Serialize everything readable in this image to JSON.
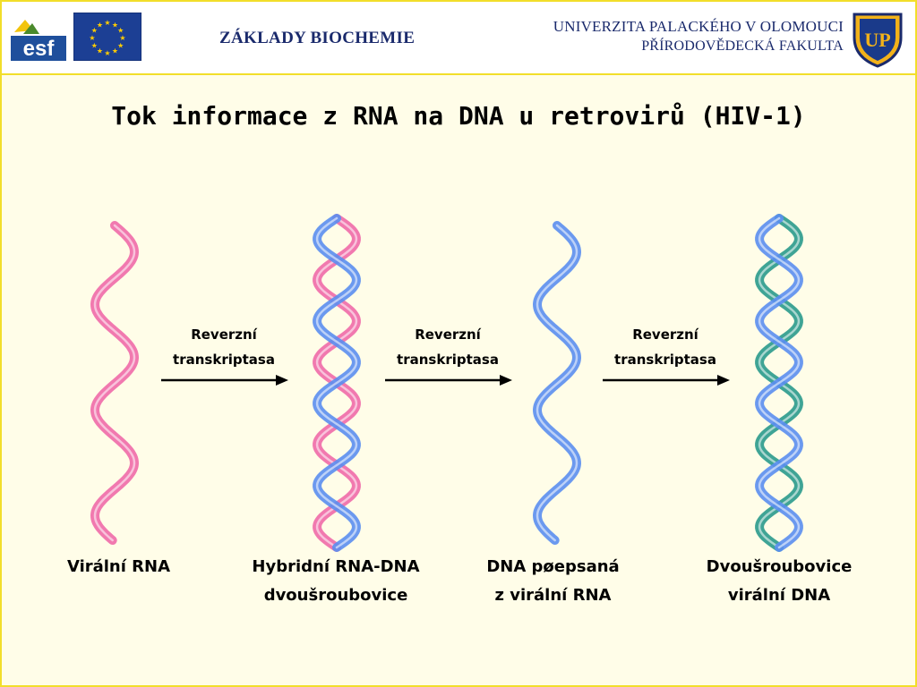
{
  "header": {
    "esf_logo_text": "esf",
    "course_title": "ZÁKLADY BIOCHEMIE",
    "university_line1": "UNIVERZITA PALACKÉHO V OLOMOUCI",
    "university_line2": "PŘÍRODOVĚDECKÁ FAKULTA",
    "university_logo_text": "UP"
  },
  "slide": {
    "title": "Tok informace z RNA na DNA u retrovirů (HIV-1)"
  },
  "steps": [
    {
      "caption_line1": "Virální RNA",
      "caption_line2": "",
      "strands": [
        "rna"
      ]
    },
    {
      "caption_line1": "Hybridní RNA-DNA",
      "caption_line2": "dvoušroubovice",
      "strands": [
        "rna",
        "dna"
      ]
    },
    {
      "caption_line1": "DNA pøepsaná",
      "caption_line2": "z virální RNA",
      "strands": [
        "dna"
      ]
    },
    {
      "caption_line1": "Dvoušroubovice",
      "caption_line2": "virální DNA",
      "strands": [
        "dna2",
        "dna"
      ]
    }
  ],
  "enzymes": [
    {
      "line1": "Reverzní",
      "line2": "transkriptasa"
    },
    {
      "line1": "Reverzní",
      "line2": "transkriptasa"
    },
    {
      "line1": "Reverzní",
      "line2": "transkriptasa"
    }
  ],
  "colors": {
    "rna": "#f06aa8",
    "dna": "#5b8ef0",
    "dna2": "#2a9a8c",
    "accent": "#f2de2a",
    "title_blue": "#1a2a6c"
  }
}
